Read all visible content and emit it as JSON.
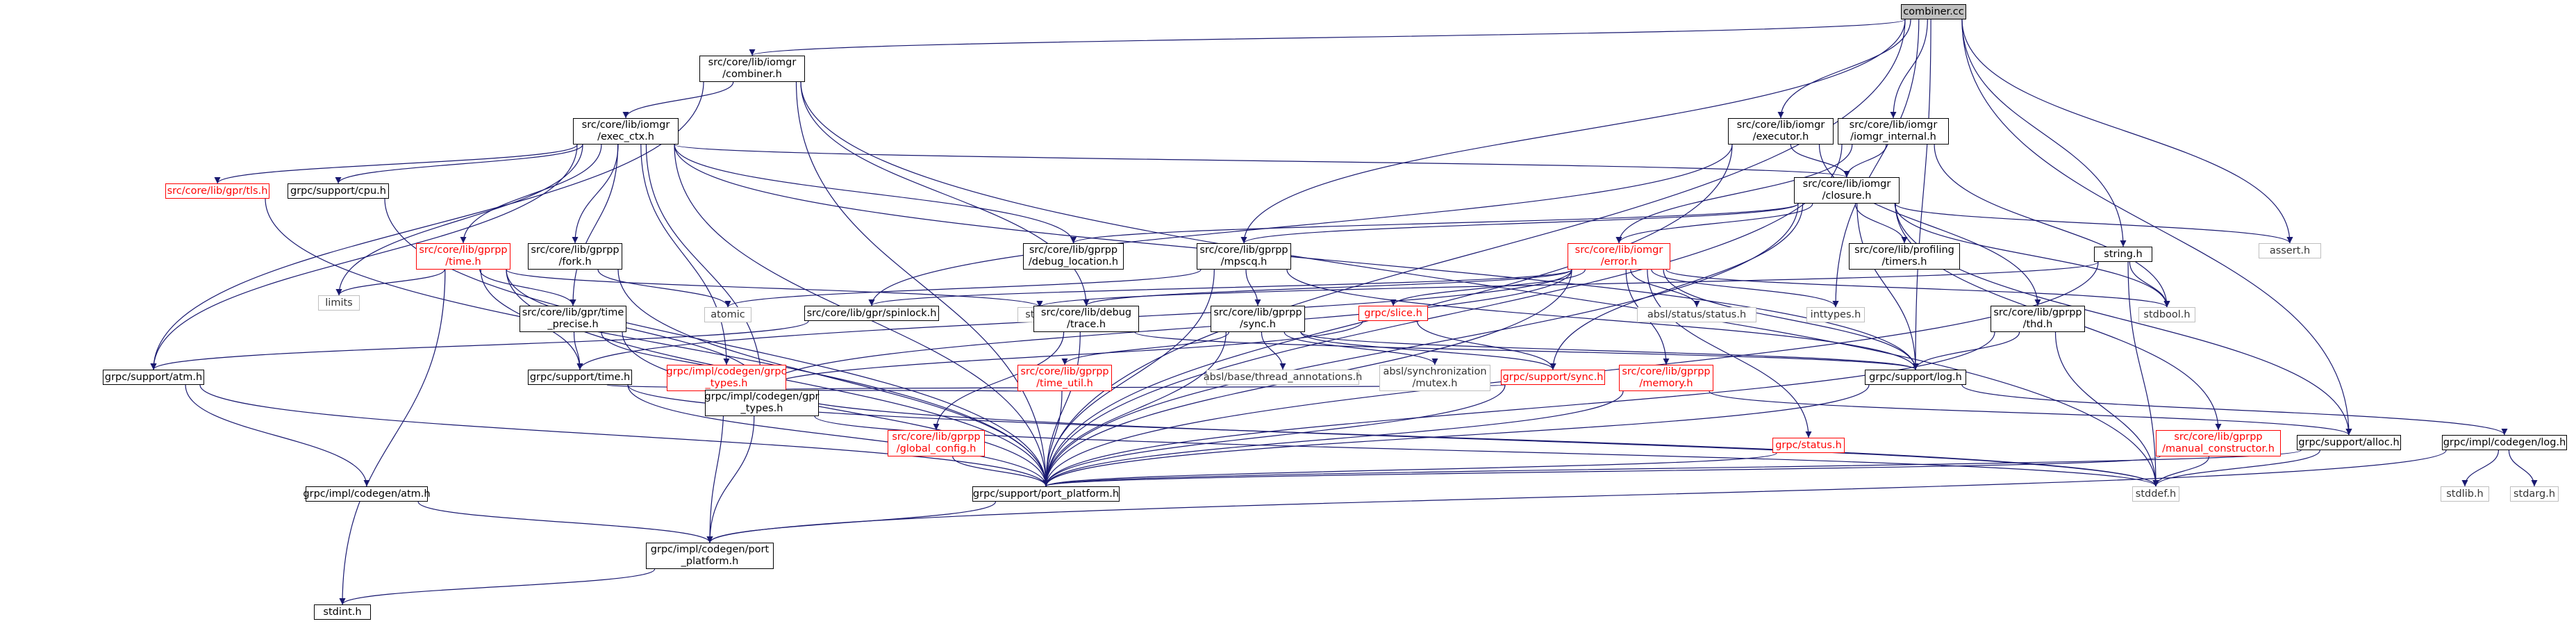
{
  "graph": {
    "nodes": [
      {
        "id": "combiner_cc",
        "label": "combiner.cc",
        "style": "root"
      },
      {
        "id": "iomgr_combiner_h",
        "label": "src/core/lib/iomgr\n/combiner.h",
        "style": "normal"
      },
      {
        "id": "exec_ctx_h",
        "label": "src/core/lib/iomgr\n/exec_ctx.h",
        "style": "normal"
      },
      {
        "id": "executor_h",
        "label": "src/core/lib/iomgr\n/executor.h",
        "style": "normal"
      },
      {
        "id": "iomgr_internal_h",
        "label": "src/core/lib/iomgr\n/iomgr_internal.h",
        "style": "normal"
      },
      {
        "id": "closure_h",
        "label": "src/core/lib/iomgr\n/closure.h",
        "style": "normal"
      },
      {
        "id": "assert_h",
        "label": "assert.h",
        "style": "grey"
      },
      {
        "id": "string_h",
        "label": "string.h",
        "style": "normal"
      },
      {
        "id": "tls_h",
        "label": "src/core/lib/gpr/tls.h",
        "style": "red"
      },
      {
        "id": "cpu_h",
        "label": "grpc/support/cpu.h",
        "style": "normal"
      },
      {
        "id": "time_h_red",
        "label": "src/core/lib/gprpp\n/time.h",
        "style": "red"
      },
      {
        "id": "fork_h",
        "label": "src/core/lib/gprpp\n/fork.h",
        "style": "normal"
      },
      {
        "id": "debug_location_h",
        "label": "src/core/lib/gprpp\n/debug_location.h",
        "style": "normal"
      },
      {
        "id": "mpscq_h",
        "label": "src/core/lib/gprpp\n/mpscq.h",
        "style": "normal"
      },
      {
        "id": "error_h",
        "label": "src/core/lib/iomgr\n/error.h",
        "style": "red"
      },
      {
        "id": "profiling_timers_h",
        "label": "src/core/lib/profiling\n/timers.h",
        "style": "normal"
      },
      {
        "id": "limits",
        "label": "limits",
        "style": "grey"
      },
      {
        "id": "atomic",
        "label": "atomic",
        "style": "grey"
      },
      {
        "id": "string",
        "label": "string",
        "style": "grey"
      },
      {
        "id": "time_precise_h",
        "label": "src/core/lib/gpr/time\n_precise.h",
        "style": "normal"
      },
      {
        "id": "spinlock_h",
        "label": "src/core/lib/gpr/spinlock.h",
        "style": "normal"
      },
      {
        "id": "debug_trace_h",
        "label": "src/core/lib/debug\n/trace.h",
        "style": "normal"
      },
      {
        "id": "gprpp_sync_h",
        "label": "src/core/lib/gprpp\n/sync.h",
        "style": "normal"
      },
      {
        "id": "grpc_slice_h",
        "label": "grpc/slice.h",
        "style": "red"
      },
      {
        "id": "absl_status_h",
        "label": "absl/status/status.h",
        "style": "grey"
      },
      {
        "id": "inttypes_h",
        "label": "inttypes.h",
        "style": "grey"
      },
      {
        "id": "thd_h",
        "label": "src/core/lib/gprpp\n/thd.h",
        "style": "normal"
      },
      {
        "id": "stdbool_h",
        "label": "stdbool.h",
        "style": "grey"
      },
      {
        "id": "atm_h",
        "label": "grpc/support/atm.h",
        "style": "normal"
      },
      {
        "id": "support_time_h",
        "label": "grpc/support/time.h",
        "style": "normal"
      },
      {
        "id": "grpc_types_h",
        "label": "grpc/impl/codegen/grpc\n_types.h",
        "style": "red"
      },
      {
        "id": "time_util_h",
        "label": "src/core/lib/gprpp\n/time_util.h",
        "style": "red"
      },
      {
        "id": "thread_annotations_h",
        "label": "absl/base/thread_annotations.h",
        "style": "grey"
      },
      {
        "id": "absl_mutex_h",
        "label": "absl/synchronization\n/mutex.h",
        "style": "grey"
      },
      {
        "id": "support_sync_h",
        "label": "grpc/support/sync.h",
        "style": "red"
      },
      {
        "id": "memory_h",
        "label": "src/core/lib/gprpp\n/memory.h",
        "style": "red"
      },
      {
        "id": "support_log_h",
        "label": "grpc/support/log.h",
        "style": "normal"
      },
      {
        "id": "gpr_types_h",
        "label": "grpc/impl/codegen/gpr\n_types.h",
        "style": "normal"
      },
      {
        "id": "global_config_h",
        "label": "src/core/lib/gprpp\n/global_config.h",
        "style": "red"
      },
      {
        "id": "grpc_status_h",
        "label": "grpc/status.h",
        "style": "red"
      },
      {
        "id": "manual_constructor_h",
        "label": "src/core/lib/gprpp\n/manual_constructor.h",
        "style": "red"
      },
      {
        "id": "support_alloc_h",
        "label": "grpc/support/alloc.h",
        "style": "normal"
      },
      {
        "id": "codegen_log_h",
        "label": "grpc/impl/codegen/log.h",
        "style": "normal"
      },
      {
        "id": "codegen_atm_h",
        "label": "grpc/impl/codegen/atm.h",
        "style": "normal"
      },
      {
        "id": "port_platform_h",
        "label": "grpc/support/port_platform.h",
        "style": "normal"
      },
      {
        "id": "stddef_h",
        "label": "stddef.h",
        "style": "grey"
      },
      {
        "id": "stdlib_h",
        "label": "stdlib.h",
        "style": "grey"
      },
      {
        "id": "stdarg_h",
        "label": "stdarg.h",
        "style": "grey"
      },
      {
        "id": "codegen_port_platform_h",
        "label": "grpc/impl/codegen/port\n_platform.h",
        "style": "normal"
      },
      {
        "id": "stdint_h",
        "label": "stdint.h",
        "style": "normal"
      }
    ],
    "edges": [
      [
        "combiner_cc",
        "iomgr_combiner_h"
      ],
      [
        "combiner_cc",
        "executor_h"
      ],
      [
        "combiner_cc",
        "iomgr_internal_h"
      ],
      [
        "combiner_cc",
        "mpscq_h"
      ],
      [
        "combiner_cc",
        "string_h"
      ],
      [
        "combiner_cc",
        "assert_h"
      ],
      [
        "combiner_cc",
        "inttypes_h"
      ],
      [
        "combiner_cc",
        "support_log_h"
      ],
      [
        "combiner_cc",
        "support_alloc_h"
      ],
      [
        "combiner_cc",
        "port_platform_h"
      ],
      [
        "iomgr_combiner_h",
        "exec_ctx_h"
      ],
      [
        "iomgr_combiner_h",
        "atm_h"
      ],
      [
        "iomgr_combiner_h",
        "debug_trace_h"
      ],
      [
        "iomgr_combiner_h",
        "stddef_h"
      ],
      [
        "iomgr_combiner_h",
        "port_platform_h"
      ],
      [
        "exec_ctx_h",
        "tls_h"
      ],
      [
        "exec_ctx_h",
        "cpu_h"
      ],
      [
        "exec_ctx_h",
        "time_h_red"
      ],
      [
        "exec_ctx_h",
        "fork_h"
      ],
      [
        "exec_ctx_h",
        "debug_location_h"
      ],
      [
        "exec_ctx_h",
        "closure_h"
      ],
      [
        "exec_ctx_h",
        "limits"
      ],
      [
        "exec_ctx_h",
        "time_precise_h"
      ],
      [
        "exec_ctx_h",
        "grpc_types_h"
      ],
      [
        "exec_ctx_h",
        "gpr_types_h"
      ],
      [
        "exec_ctx_h",
        "support_log_h"
      ],
      [
        "exec_ctx_h",
        "atm_h"
      ],
      [
        "exec_ctx_h",
        "port_platform_h"
      ],
      [
        "executor_h",
        "closure_h"
      ],
      [
        "executor_h",
        "spinlock_h"
      ],
      [
        "executor_h",
        "thd_h"
      ],
      [
        "executor_h",
        "port_platform_h"
      ],
      [
        "iomgr_internal_h",
        "closure_h"
      ],
      [
        "iomgr_internal_h",
        "error_h"
      ],
      [
        "iomgr_internal_h",
        "stdbool_h"
      ],
      [
        "iomgr_internal_h",
        "port_platform_h"
      ],
      [
        "closure_h",
        "debug_location_h"
      ],
      [
        "closure_h",
        "mpscq_h"
      ],
      [
        "closure_h",
        "error_h"
      ],
      [
        "closure_h",
        "profiling_timers_h"
      ],
      [
        "closure_h",
        "assert_h"
      ],
      [
        "closure_h",
        "stdbool_h"
      ],
      [
        "closure_h",
        "support_alloc_h"
      ],
      [
        "closure_h",
        "support_log_h"
      ],
      [
        "closure_h",
        "manual_constructor_h"
      ],
      [
        "closure_h",
        "support_sync_h"
      ],
      [
        "closure_h",
        "port_platform_h"
      ],
      [
        "string_h",
        "string"
      ],
      [
        "string_h",
        "stdbool_h"
      ],
      [
        "string_h",
        "stddef_h"
      ],
      [
        "string_h",
        "port_platform_h"
      ],
      [
        "tls_h",
        "port_platform_h"
      ],
      [
        "cpu_h",
        "port_platform_h"
      ],
      [
        "time_h_red",
        "limits"
      ],
      [
        "time_h_red",
        "string"
      ],
      [
        "time_h_red",
        "time_precise_h"
      ],
      [
        "time_h_red",
        "support_time_h"
      ],
      [
        "time_h_red",
        "gpr_types_h"
      ],
      [
        "time_h_red",
        "stdint_h"
      ],
      [
        "time_h_red",
        "port_platform_h"
      ],
      [
        "fork_h",
        "atomic"
      ],
      [
        "fork_h",
        "port_platform_h"
      ],
      [
        "mpscq_h",
        "atomic"
      ],
      [
        "mpscq_h",
        "gprpp_sync_h"
      ],
      [
        "mpscq_h",
        "support_log_h"
      ],
      [
        "mpscq_h",
        "port_platform_h"
      ],
      [
        "error_h",
        "inttypes_h"
      ],
      [
        "error_h",
        "stdbool_h"
      ],
      [
        "error_h",
        "absl_status_h"
      ],
      [
        "error_h",
        "grpc_slice_h"
      ],
      [
        "error_h",
        "grpc_status_h"
      ],
      [
        "error_h",
        "support_log_h"
      ],
      [
        "error_h",
        "debug_trace_h"
      ],
      [
        "error_h",
        "spinlock_h"
      ],
      [
        "error_h",
        "memory_h"
      ],
      [
        "error_h",
        "support_time_h"
      ],
      [
        "error_h",
        "gpr_types_h"
      ],
      [
        "error_h",
        "port_platform_h"
      ],
      [
        "time_precise_h",
        "support_time_h"
      ],
      [
        "time_precise_h",
        "gpr_types_h"
      ],
      [
        "time_precise_h",
        "port_platform_h"
      ],
      [
        "spinlock_h",
        "atm_h"
      ],
      [
        "debug_trace_h",
        "global_config_h"
      ],
      [
        "debug_trace_h",
        "support_log_h"
      ],
      [
        "debug_trace_h",
        "port_platform_h"
      ],
      [
        "gprpp_sync_h",
        "thread_annotations_h"
      ],
      [
        "gprpp_sync_h",
        "absl_mutex_h"
      ],
      [
        "gprpp_sync_h",
        "time_util_h"
      ],
      [
        "gprpp_sync_h",
        "support_sync_h"
      ],
      [
        "gprpp_sync_h",
        "support_log_h"
      ],
      [
        "gprpp_sync_h",
        "port_platform_h"
      ],
      [
        "grpc_slice_h",
        "support_sync_h"
      ],
      [
        "grpc_slice_h",
        "gpr_types_h"
      ],
      [
        "thd_h",
        "support_log_h"
      ],
      [
        "thd_h",
        "stddef_h"
      ],
      [
        "thd_h",
        "port_platform_h"
      ],
      [
        "atm_h",
        "codegen_atm_h"
      ],
      [
        "atm_h",
        "port_platform_h"
      ],
      [
        "support_time_h",
        "gpr_types_h"
      ],
      [
        "support_time_h",
        "stddef_h"
      ],
      [
        "support_time_h",
        "port_platform_h"
      ],
      [
        "grpc_types_h",
        "gpr_types_h"
      ],
      [
        "grpc_types_h",
        "codegen_port_platform_h"
      ],
      [
        "grpc_types_h",
        "stddef_h"
      ],
      [
        "time_util_h",
        "gpr_types_h"
      ],
      [
        "time_util_h",
        "port_platform_h"
      ],
      [
        "support_sync_h",
        "gpr_types_h"
      ],
      [
        "support_sync_h",
        "port_platform_h"
      ],
      [
        "memory_h",
        "support_alloc_h"
      ],
      [
        "memory_h",
        "port_platform_h"
      ],
      [
        "support_log_h",
        "codegen_log_h"
      ],
      [
        "support_log_h",
        "port_platform_h"
      ],
      [
        "gpr_types_h",
        "codegen_port_platform_h"
      ],
      [
        "gpr_types_h",
        "stddef_h"
      ],
      [
        "global_config_h",
        "port_platform_h"
      ],
      [
        "grpc_status_h",
        "port_platform_h"
      ],
      [
        "manual_constructor_h",
        "stddef_h"
      ],
      [
        "manual_constructor_h",
        "port_platform_h"
      ],
      [
        "support_alloc_h",
        "stddef_h"
      ],
      [
        "support_alloc_h",
        "port_platform_h"
      ],
      [
        "codegen_log_h",
        "stdlib_h"
      ],
      [
        "codegen_log_h",
        "stdarg_h"
      ],
      [
        "codegen_log_h",
        "codegen_port_platform_h"
      ],
      [
        "codegen_atm_h",
        "codegen_port_platform_h"
      ],
      [
        "port_platform_h",
        "codegen_port_platform_h"
      ],
      [
        "codegen_port_platform_h",
        "stdint_h"
      ]
    ],
    "colors": {
      "edge": "#191970",
      "normal_border": "#000000",
      "red_border": "#ff0000",
      "grey_border": "#bfbfbf",
      "root_fill": "#bfbfbf"
    }
  }
}
